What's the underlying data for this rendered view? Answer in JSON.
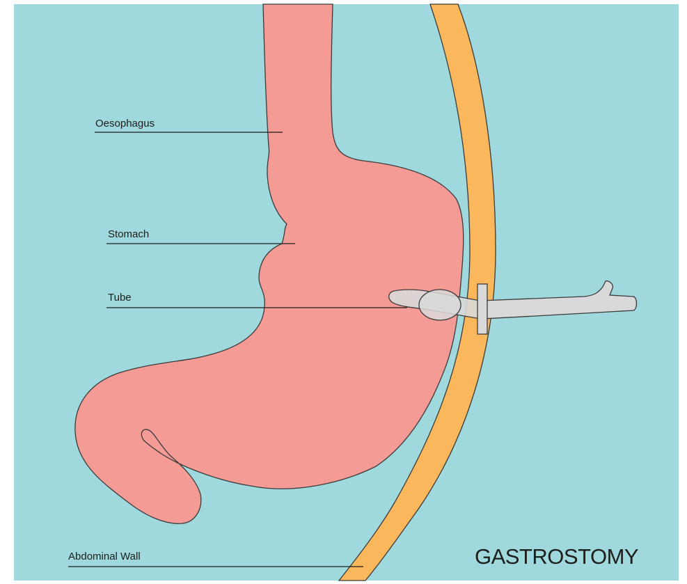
{
  "title": "GASTROSTOMY",
  "labels": {
    "oesophagus": "Oesophagus",
    "stomach": "Stomach",
    "tube": "Tube",
    "abdominal_wall": "Abdominal Wall"
  },
  "colors": {
    "background": "#9fd9dd",
    "stomach": "#f59b95",
    "abdominal_wall": "#fbb75b",
    "tube": "#d9d9d9",
    "text": "#1d1d1b"
  }
}
